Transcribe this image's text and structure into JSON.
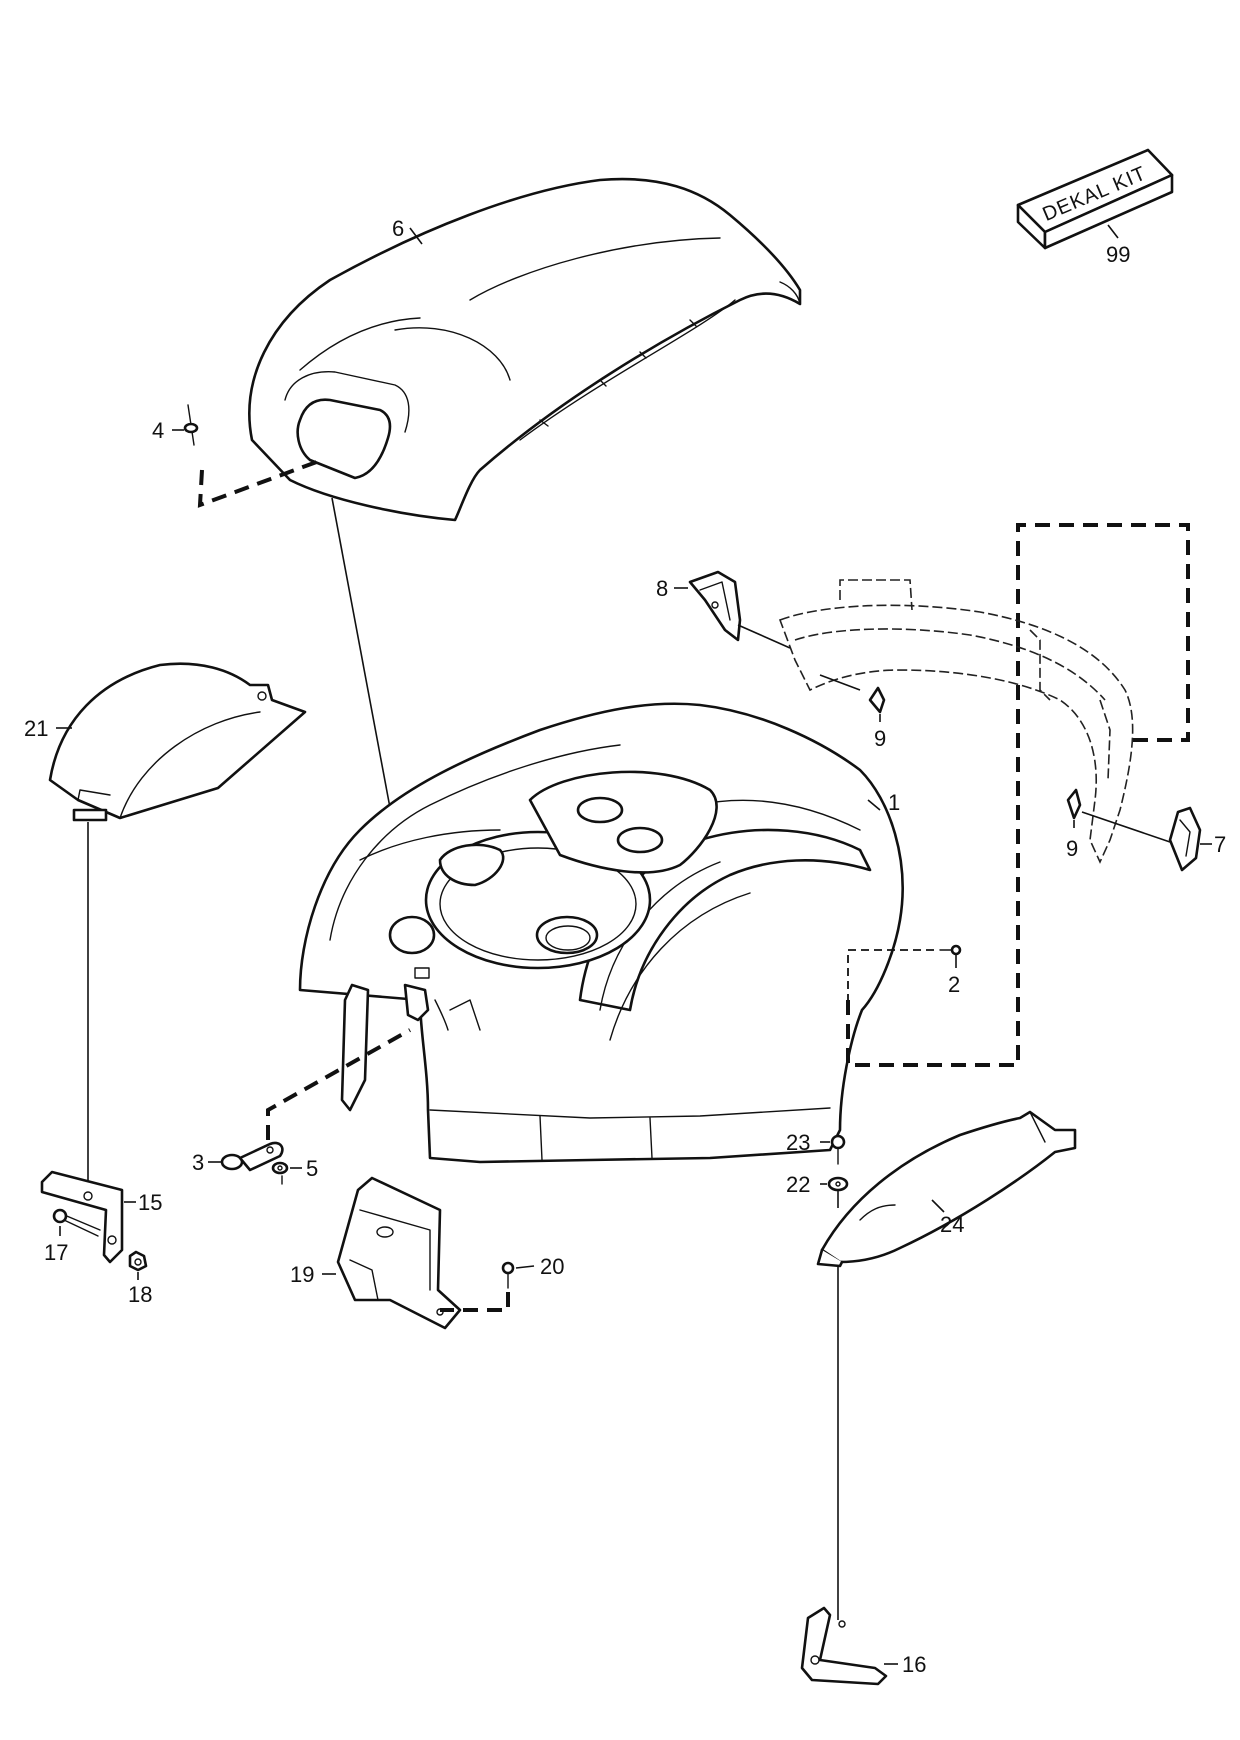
{
  "callouts": {
    "c1": "1",
    "c2": "2",
    "c3": "3",
    "c4": "4",
    "c5": "5",
    "c6": "6",
    "c7": "7",
    "c8": "8",
    "c9a": "9",
    "c9b": "9",
    "c15": "15",
    "c16": "16",
    "c17": "17",
    "c18": "18",
    "c19": "19",
    "c20": "20",
    "c21": "21",
    "c22": "22",
    "c23": "23",
    "c24": "24",
    "c99": "99"
  },
  "decal_kit": {
    "label": "DEKAL KIT"
  },
  "colors": {
    "line": "#111111",
    "background": "#ffffff"
  }
}
